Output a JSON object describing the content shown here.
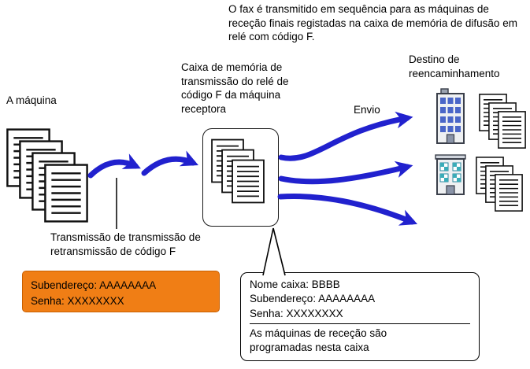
{
  "intro": "O fax é transmitido em sequência para as máquinas de receção finais registadas na caixa de memória de difusão em relé com código F.",
  "labels": {
    "machine": "A máquina",
    "memory_box": "Caixa de memória de transmissão do relé de código F da máquina receptora",
    "destination": "Destino de reencaminhamento",
    "send": "Envio",
    "transmission": "Transmissão de transmissão de retransmissão de código F"
  },
  "sender_box": {
    "subaddress": "Subendereço: AAAAAAAA",
    "password": "Senha: XXXXXXXX"
  },
  "memory_callout": {
    "box_name": "Nome caixa: BBBB",
    "subaddress": "Subendereço: AAAAAAAA",
    "password": "Senha: XXXXXXXX",
    "note": "As máquinas de receção são programadas nesta caixa"
  },
  "colors": {
    "arrow_blue": "#2121ce",
    "highlight_orange": "#f07e15",
    "window_blue": "#4a66c8",
    "window_teal": "#3aacb8"
  }
}
